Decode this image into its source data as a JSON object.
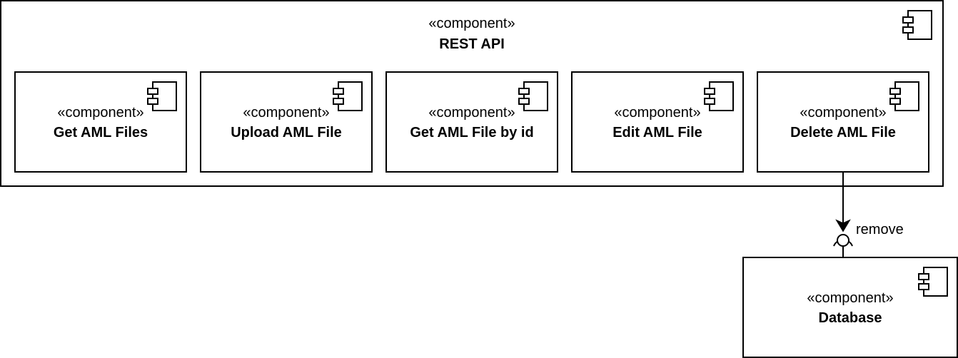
{
  "container": {
    "stereotype": "«component»",
    "name": "REST API"
  },
  "components": [
    {
      "stereotype": "«component»",
      "name": "Get AML Files"
    },
    {
      "stereotype": "«component»",
      "name": "Upload AML File"
    },
    {
      "stereotype": "«component»",
      "name": "Get AML File by id"
    },
    {
      "stereotype": "«component»",
      "name": "Edit AML File"
    },
    {
      "stereotype": "«component»",
      "name": "Delete AML File"
    }
  ],
  "database": {
    "stereotype": "«component»",
    "name": "Database"
  },
  "connection": {
    "label": "remove"
  },
  "icons": {
    "component": "component-icon"
  }
}
